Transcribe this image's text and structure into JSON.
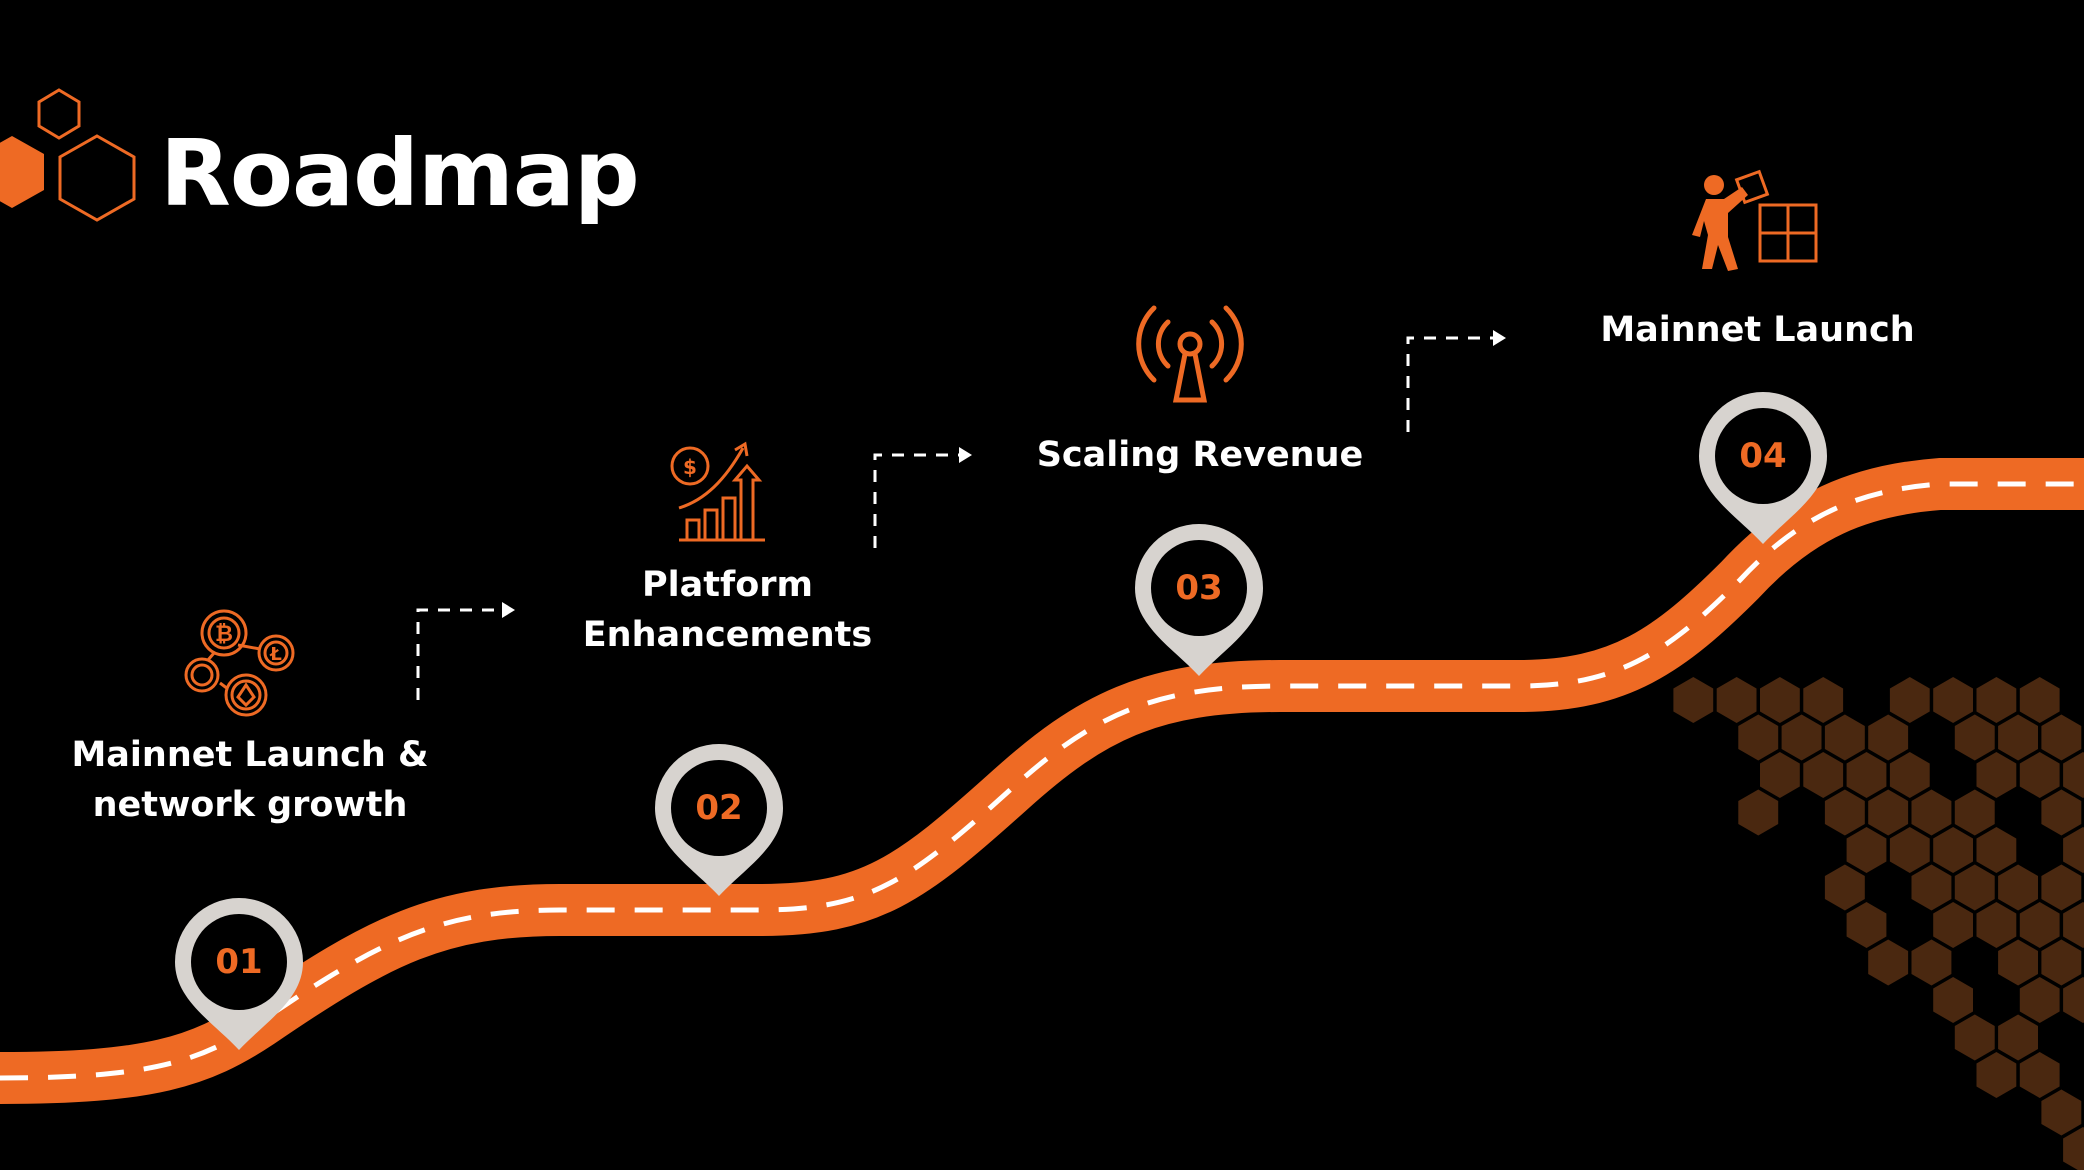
{
  "title": "Roadmap",
  "colors": {
    "accent": "#ee6a24",
    "background": "#000000",
    "pin": "#d7d3cf",
    "hex_dark": "#4a2810"
  },
  "milestones": [
    {
      "number": "01",
      "label_lines": [
        "Mainnet Launch &",
        "network growth"
      ],
      "icon": "crypto-coins-icon"
    },
    {
      "number": "02",
      "label_lines": [
        "Platform",
        "Enhancements"
      ],
      "icon": "revenue-growth-chart-icon"
    },
    {
      "number": "03",
      "label_lines": [
        "Scaling Revenue"
      ],
      "icon": "broadcast-antenna-icon"
    },
    {
      "number": "04",
      "label_lines": [
        "Mainnet Launch"
      ],
      "icon": "person-puzzle-icon"
    }
  ]
}
